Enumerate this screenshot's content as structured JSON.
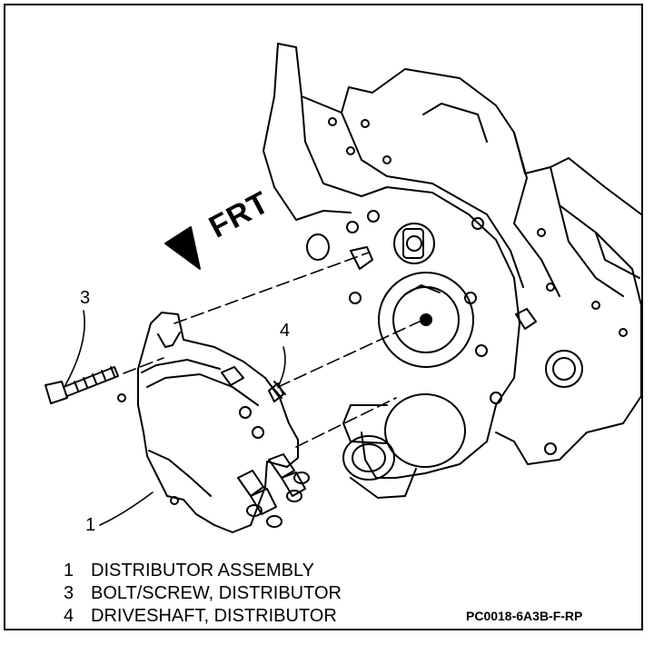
{
  "direction_label": "FRT",
  "callouts": [
    {
      "number": "3"
    },
    {
      "number": "4"
    },
    {
      "number": "1"
    }
  ],
  "legend": [
    {
      "number": "1",
      "text": "DISTRIBUTOR ASSEMBLY"
    },
    {
      "number": "3",
      "text": "BOLT/SCREW, DISTRIBUTOR"
    },
    {
      "number": "4",
      "text": "DRIVESHAFT, DISTRIBUTOR"
    }
  ],
  "figure_code": "PC0018-6A3B-F-RP",
  "colors": {
    "ink": "#000000",
    "background": "#ffffff"
  }
}
